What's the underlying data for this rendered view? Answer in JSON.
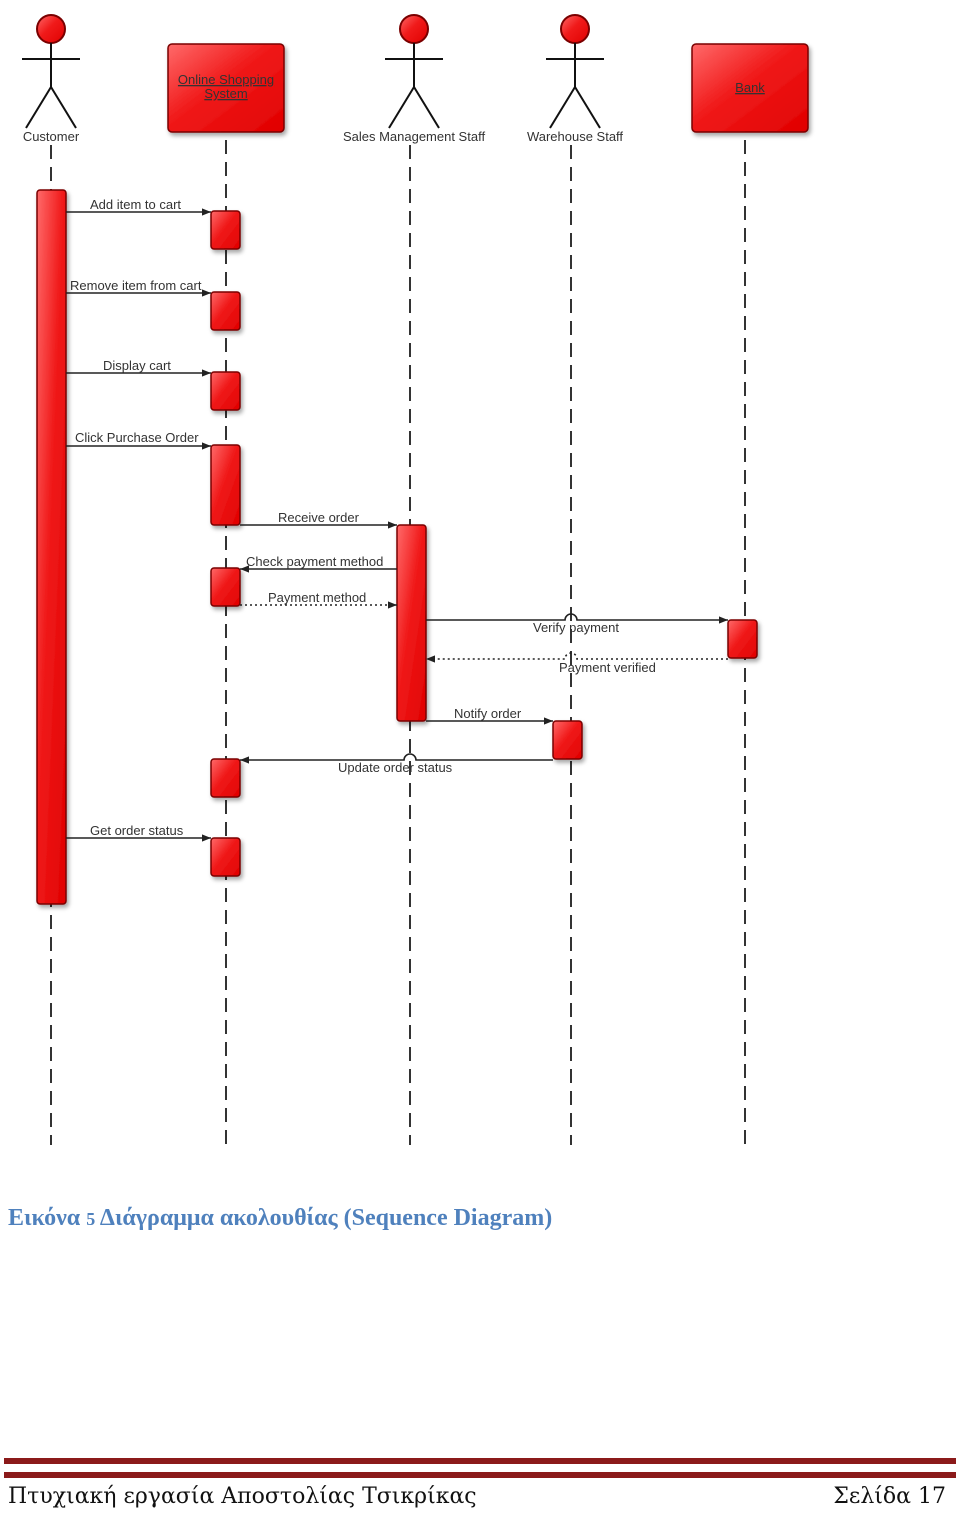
{
  "diagram": {
    "participants": [
      {
        "id": "customer",
        "name": "Customer",
        "kind": "actor"
      },
      {
        "id": "oss",
        "name_lines": [
          "Online Shopping",
          "System"
        ],
        "kind": "object"
      },
      {
        "id": "sales",
        "name": "Sales Management Staff",
        "kind": "actor"
      },
      {
        "id": "warehouse",
        "name": "Warehouse Staff",
        "kind": "actor"
      },
      {
        "id": "bank",
        "name": "Bank",
        "kind": "object"
      }
    ],
    "messages": [
      {
        "label": "Add item to cart",
        "style": "solid"
      },
      {
        "label": "Remove item from cart",
        "style": "solid"
      },
      {
        "label": "Display cart",
        "style": "solid"
      },
      {
        "label": "Click Purchase Order",
        "style": "solid"
      },
      {
        "label": "Receive order",
        "style": "solid"
      },
      {
        "label": "Check payment method",
        "style": "solid"
      },
      {
        "label": "Payment method",
        "style": "dotted"
      },
      {
        "label": "Verify payment",
        "style": "solid"
      },
      {
        "label": "Payment verified",
        "style": "dotted"
      },
      {
        "label": "Notify order",
        "style": "solid"
      },
      {
        "label": "Update order status",
        "style": "solid"
      },
      {
        "label": "Get order status",
        "style": "solid"
      }
    ],
    "colors": {
      "box_fill": "#f01a1a",
      "box_stroke": "#7a0000",
      "line": "#222222"
    }
  },
  "caption": {
    "prefix": "Εικόνα",
    "number": "5",
    "text": "Διάγραμμα ακολουθίας (Sequence Diagram)"
  },
  "footer": {
    "left": "Πτυχιακή εργασία Αποστολίας Τσικρίκας",
    "right": "Σελίδα 17"
  }
}
